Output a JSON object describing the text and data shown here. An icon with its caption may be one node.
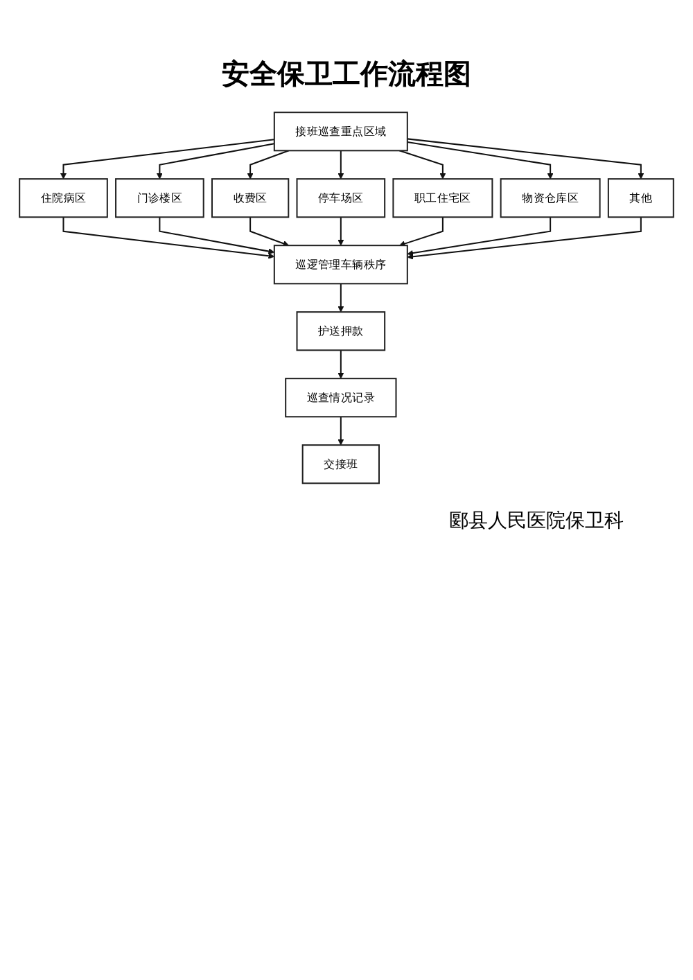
{
  "diagram": {
    "title": "安全保卫工作流程图",
    "nodes": [
      {
        "text": [
          "接班巡查重点区域"
        ]
      },
      {
        "text": [
          "住院病区"
        ]
      },
      {
        "text": [
          "门诊楼区"
        ]
      },
      {
        "text": [
          "收费区"
        ]
      },
      {
        "text": [
          "停车场区"
        ]
      },
      {
        "text": [
          "职工住宅区"
        ]
      },
      {
        "text": [
          "物资仓库区"
        ]
      },
      {
        "text": [
          "其他"
        ]
      },
      {
        "text": [
          "巡逻管理车辆秩序"
        ]
      },
      {
        "text": [
          "护送押款"
        ]
      },
      {
        "text": [
          "巡查情况记录"
        ]
      },
      {
        "text": [
          "交接班"
        ]
      }
    ],
    "edges": [
      {
        "from": 0,
        "to": 1,
        "arrow": "to"
      },
      {
        "from": 0,
        "to": 2,
        "arrow": "to"
      },
      {
        "from": 0,
        "to": 3,
        "arrow": "to"
      },
      {
        "from": 0,
        "to": 4,
        "arrow": "to"
      },
      {
        "from": 0,
        "to": 5,
        "arrow": "to"
      },
      {
        "from": 0,
        "to": 6,
        "arrow": "to"
      },
      {
        "from": 0,
        "to": 7,
        "arrow": "to"
      },
      {
        "from": 1,
        "to": 8,
        "arrow": "to"
      },
      {
        "from": 2,
        "to": 8,
        "arrow": "to"
      },
      {
        "from": 3,
        "to": 8,
        "arrow": "to"
      },
      {
        "from": 4,
        "to": 8,
        "arrow": "to"
      },
      {
        "from": 5,
        "to": 8,
        "arrow": "to"
      },
      {
        "from": 6,
        "to": 8,
        "arrow": "to"
      },
      {
        "from": 7,
        "to": 8,
        "arrow": "to"
      },
      {
        "from": 8,
        "to": 9,
        "arrow": "to"
      },
      {
        "from": 9,
        "to": 10,
        "arrow": "to"
      },
      {
        "from": 10,
        "to": 11,
        "arrow": "to"
      }
    ],
    "labels": [
      "郾县人民医院保卫科"
    ]
  }
}
